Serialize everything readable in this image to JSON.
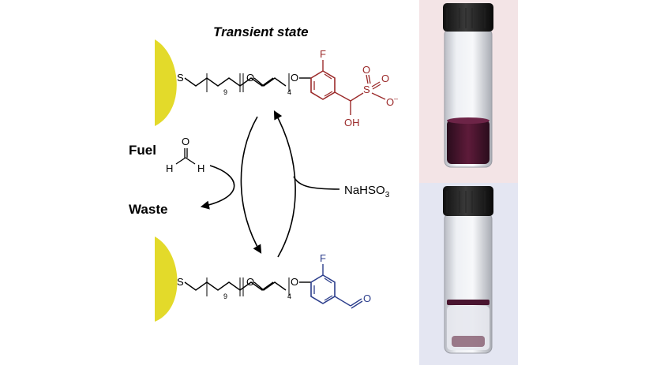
{
  "title": "Transient state",
  "labels": {
    "fuel": "Fuel",
    "waste": "Waste",
    "reagent_main": "NaHSO",
    "reagent_sub": "3"
  },
  "molecule_top": {
    "thiol": "S",
    "repeat_alkyl": "9",
    "ether_o": "O",
    "repeat_peg": "4",
    "aryl_o": "O",
    "fluorine": "F",
    "sulfur": "S",
    "sulfonate_o1": "O",
    "sulfonate_o2": "O",
    "sulfonate_o3": "O",
    "charge": "–",
    "hydroxyl": "OH",
    "color": "#9b2a2a"
  },
  "molecule_bottom": {
    "thiol": "S",
    "repeat_alkyl": "9",
    "ether_o": "O",
    "repeat_peg": "4",
    "aryl_o": "O",
    "fluorine": "F",
    "aldehyde_o": "O",
    "color": "#2c3e8c"
  },
  "formaldehyde": {
    "o": "O",
    "h1": "H",
    "h2": "H"
  },
  "photos": {
    "top_background": "#f3e4e6",
    "bottom_background": "#e4e6f2",
    "liquid_color": "#4a1530"
  },
  "colors": {
    "gold": "#e3da2a",
    "red": "#9b2a2a",
    "blue": "#2c3e8c"
  }
}
